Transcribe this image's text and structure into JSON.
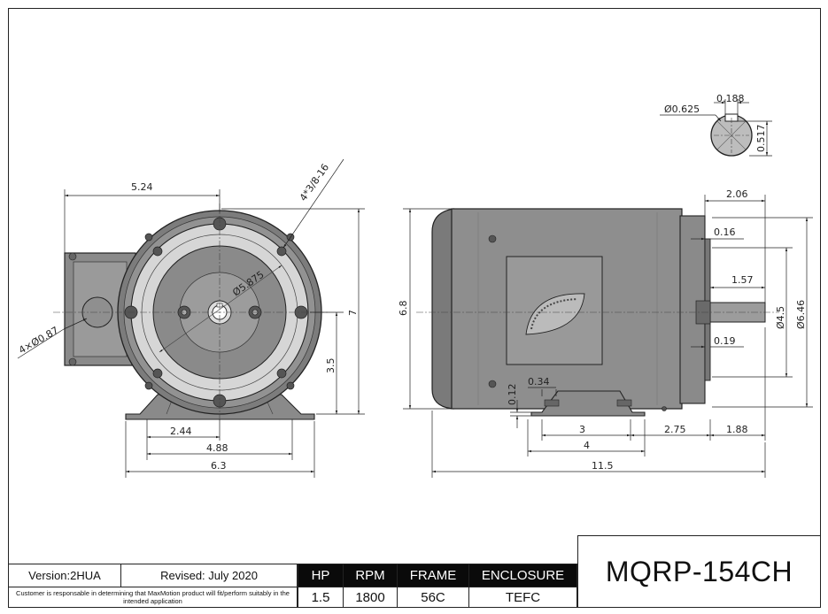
{
  "dimensions": {
    "shaft_dia": "Ø0.625",
    "key_width": "0.188",
    "key_depth": "0.517",
    "front_width_top": "5.24",
    "bolt_spec": "4*3/8-16",
    "bolt_circle": "Ø5.875",
    "mount_holes": "4×Ø0.87",
    "height_total": "7",
    "shaft_height": "3.5",
    "foot_half": "2.44",
    "foot_width": "4.88",
    "base_width": "6.3",
    "body_height": "6.8",
    "shaft_ext_len": "2.06",
    "flange_thick": "0.16",
    "shaft_len": "1.57",
    "pilot_dia": "Ø4.5",
    "face_dia": "Ø6.46",
    "flange_gap": "0.19",
    "foot_height": "0.12",
    "slot_width": "0.34",
    "foot_spacing": "3",
    "foot_length": "4",
    "shaft_to_foot": "2.75",
    "end_ext": "1.88",
    "overall_len": "11.5"
  },
  "titleblock": {
    "version": "Version:2HUA",
    "revised": "Revised: July 2020",
    "note": "Customer is responsable in determining that MaxMotion product will fit/perform suitably in the intended application",
    "headers": [
      "HP",
      "RPM",
      "FRAME",
      "ENCLOSURE"
    ],
    "values": [
      "1.5",
      "1800",
      "56C",
      "TEFC"
    ],
    "model": "MQRP-154CH"
  },
  "colors": {
    "body": "#8e8e8e",
    "body_dark": "#6e6e6e",
    "face": "#d8d8d8",
    "line": "#222222",
    "header_bg": "#0a0a0a"
  }
}
